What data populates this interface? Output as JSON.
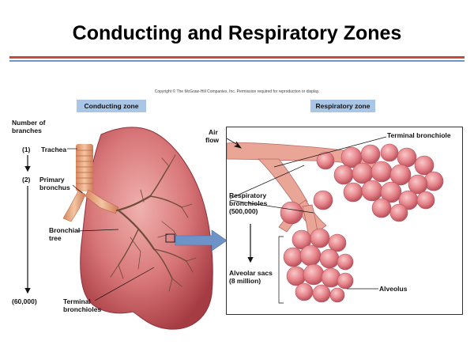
{
  "slide": {
    "title": "Conducting and Respiratory Zones",
    "copyright": "Copyright © The McGraw-Hill Companies, Inc. Permission required for reproduction or display."
  },
  "zones": {
    "conducting": "Conducting zone",
    "respiratory": "Respiratory zone"
  },
  "left_labels": {
    "branches_heading_1": "Number of",
    "branches_heading_2": "branches",
    "count_trachea": "(1)",
    "count_bronchus": "(2)",
    "count_terminal": "(60,000)",
    "trachea": "Trachea",
    "primary_1": "Primary",
    "primary_2": "bronchus",
    "tree_1": "Bronchial",
    "tree_2": "tree",
    "terminal_1": "Terminal",
    "terminal_2": "bronchioles"
  },
  "right_labels": {
    "air_1": "Air",
    "air_2": "flow",
    "terminal_bronchiole": "Terminal bronchiole",
    "resp_1": "Respiratory",
    "resp_2": "bronchioles",
    "resp_3": "(500,000)",
    "sacs_1": "Alveolar sacs",
    "sacs_2": "(8 million)",
    "alveolus": "Alveolus"
  },
  "colors": {
    "lung": "#c9575a",
    "lung_light": "#e89a9a",
    "trachea": "#e3a784",
    "bronchi": "#7b5a45",
    "alveolus": "#e37f86",
    "arrow": "#6e93c9"
  }
}
